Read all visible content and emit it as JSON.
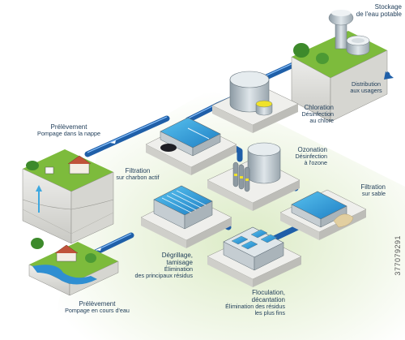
{
  "stations": {
    "storage": {
      "title": "Stockage",
      "subtitle": "de l'eau potable"
    },
    "distribution": {
      "line1": "Distribution",
      "line2": "aux usagers"
    },
    "chloration": {
      "title": "Chloration",
      "line1": "Désinfection",
      "line2": "au chlore"
    },
    "ozonation": {
      "title": "Ozonation",
      "line1": "Désinfection",
      "line2": "à l'ozone"
    },
    "sand_filter": {
      "title": "Filtration",
      "line1": "sur sable"
    },
    "carbon_filter": {
      "title": "Filtration",
      "line1": "sur charbon actif"
    },
    "groundwater": {
      "title": "Prélèvement",
      "line1": "Pompage dans la nappe"
    },
    "screening": {
      "title": "Dégrillage,",
      "line1": "tamisage",
      "line2": "Élimination",
      "line3": "des principaux résidus"
    },
    "flocculation": {
      "title": "Floculation,",
      "line1": "décantation",
      "line2": "Élimination des résidus",
      "line3": "les plus fins"
    },
    "river": {
      "title": "Prélèvement",
      "line1": "Pompage en cours d'eau"
    }
  },
  "watermark": {
    "id": "377079291"
  },
  "colors": {
    "pipe": "#1f5fa8",
    "water": "#3ea8e0",
    "ground": "#e4e3df",
    "grass": "#7dbb3c",
    "background_tint": "#e3efd0"
  }
}
